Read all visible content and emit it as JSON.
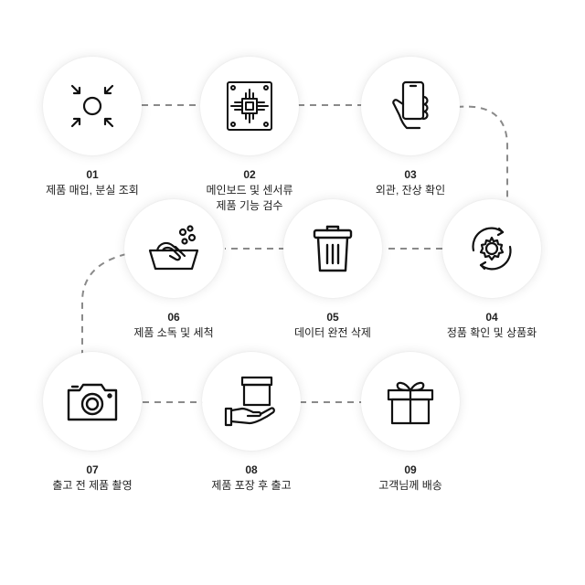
{
  "steps": [
    {
      "num": "01",
      "label": "제품 매입, 분실 조회",
      "icon": "arrows-to-center-icon"
    },
    {
      "num": "02",
      "label": "메인보드 및 센서류\n제품 기능 검수",
      "icon": "circuit-board-icon"
    },
    {
      "num": "03",
      "label": "외관, 잔상 확인",
      "icon": "phone-in-hand-icon"
    },
    {
      "num": "04",
      "label": "정품 확인 및 상품화",
      "icon": "gear-refresh-icon"
    },
    {
      "num": "05",
      "label": "데이터 완전 삭제",
      "icon": "trash-can-icon"
    },
    {
      "num": "06",
      "label": "제품 소독 및 세척",
      "icon": "washing-hands-icon"
    },
    {
      "num": "07",
      "label": "출고 전 제품 촬영",
      "icon": "camera-icon"
    },
    {
      "num": "08",
      "label": "제품 포장 후 출고",
      "icon": "box-on-hand-icon"
    },
    {
      "num": "09",
      "label": "고객님께 배송",
      "icon": "gift-box-icon"
    }
  ]
}
